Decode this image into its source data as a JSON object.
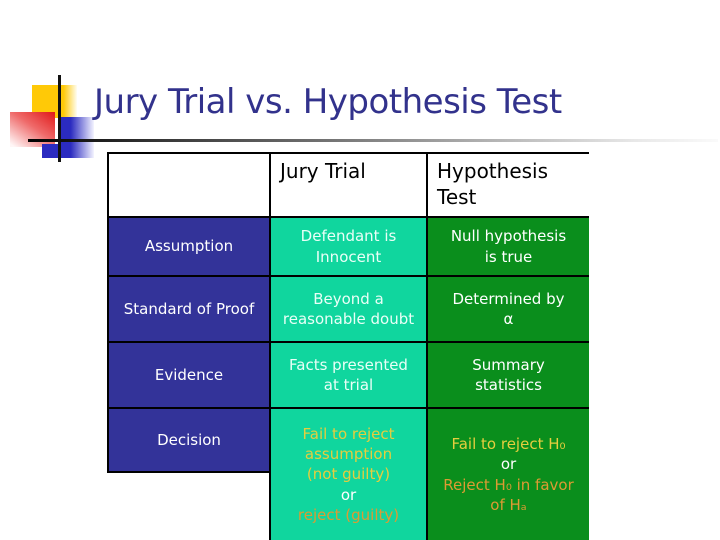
{
  "slide": {
    "title": "Jury Trial vs. Hypothesis Test"
  },
  "table": {
    "col_headers": [
      "",
      "Jury Trial",
      "Hypothesis\nTest"
    ],
    "rows": [
      {
        "label": "Assumption",
        "jury": "Defendant is\nInnocent",
        "hypothesis": "Null hypothesis\nis true"
      },
      {
        "label": "Standard of Proof",
        "jury": "Beyond a\nreasonable doubt",
        "hypothesis": "Determined by\nα"
      },
      {
        "label": "Evidence",
        "jury": "Facts presented\nat trial",
        "hypothesis": "Summary\nstatistics"
      },
      {
        "label": "Decision"
      }
    ],
    "decision": {
      "jury": {
        "part1": "Fail to reject\nassumption\n(not guilty)",
        "connector": "or",
        "part2": "reject (guilty)"
      },
      "hypothesis": {
        "part1": "Fail to reject H₀",
        "connector": "or",
        "part2": "Reject H₀ in favor\nof Hₐ"
      }
    }
  },
  "colors": {
    "title": "#32328C",
    "row_label_bg": "#333399",
    "jury_col_bg": "#10D69E",
    "hypothesis_col_bg": "#0A8E1C",
    "border": "#000000",
    "decision_yellow": "#E5CE3E",
    "decision_orange": "#DC9B33",
    "decor_yellow": "#FFC907",
    "decor_red": "#E01818",
    "decor_blue": "#2B2BC0"
  }
}
